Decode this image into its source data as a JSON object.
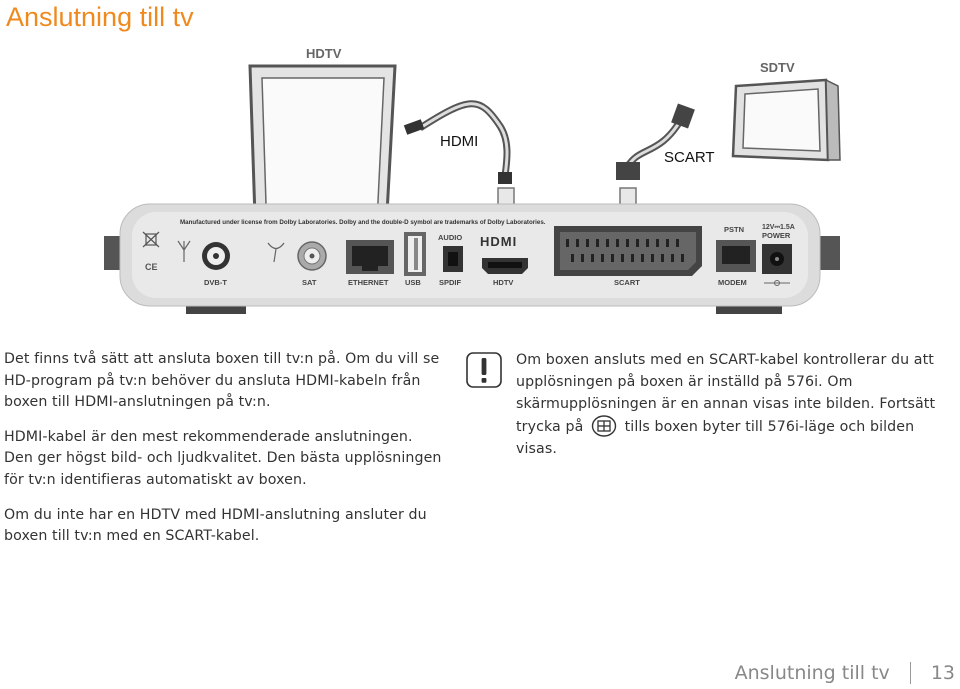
{
  "page": {
    "title": "Anslutning till tv",
    "footer_section": "Anslutning till tv",
    "page_number": "13"
  },
  "diagram": {
    "hdtv_label": "HDTV",
    "sdtv_label": "SDTV",
    "hdmi_cable_label": "HDMI",
    "scart_cable_label": "SCART",
    "license_text": "Manufactured under license from Dolby Laboratories. Dolby and the double-D symbol are trademarks of Dolby Laboratories.",
    "ports": {
      "dvbt": "DVB-T",
      "sat": "SAT",
      "ethernet": "ETHERNET",
      "usb": "USB",
      "audio": "AUDIO",
      "spdif": "SPDIF",
      "hdmi_logo": "HDMI",
      "hdtv": "HDTV",
      "scart": "SCART",
      "pstn": "PSTN",
      "modem": "MODEM",
      "power_rating": "12V⎓1.5A",
      "power": "POWER",
      "ce": "CE"
    }
  },
  "left_column": {
    "p1": "Det finns två sätt att ansluta boxen till tv:n på. Om du vill se HD-program på tv:n behöver du ansluta HDMI-kabeln från boxen till HDMI-anslutningen på tv:n.",
    "p2": "HDMI-kabel är den mest rekommenderade anslutningen. Den ger högst bild- och ljudkvalitet. Den bästa upplösningen för tv:n identifieras automatiskt av boxen.",
    "p3": "Om du inte har en HDTV med HDMI-anslutning ansluter du boxen till tv:n med en SCART-kabel."
  },
  "right_column": {
    "text_before_icon": "Om boxen ansluts med en SCART-kabel kontrollerar du att upplösningen på boxen är inställd på 576i. Om skärmupplösningen är en annan visas inte bilden. Fortsätt trycka på",
    "text_after_icon": "tills boxen byter till 576i-läge och bilden visas."
  }
}
